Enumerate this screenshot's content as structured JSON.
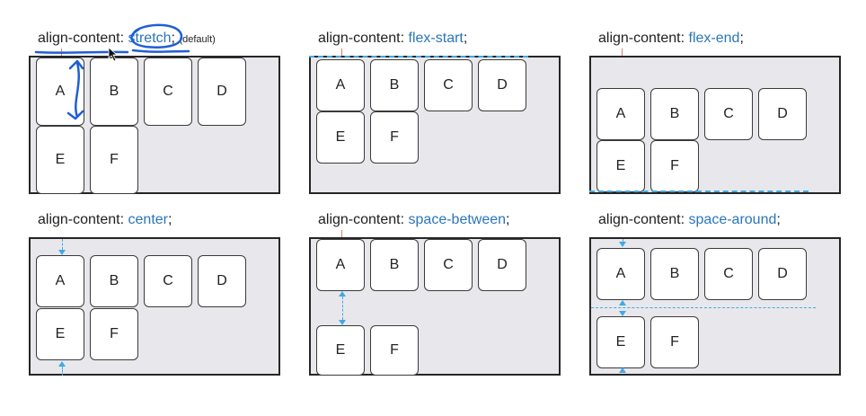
{
  "panels": [
    {
      "prop": "align-content:",
      "value": "stretch",
      "suffix": ";",
      "note": "(default)"
    },
    {
      "prop": "align-content:",
      "value": "flex-start",
      "suffix": ";"
    },
    {
      "prop": "align-content:",
      "value": "flex-end",
      "suffix": ";"
    },
    {
      "prop": "align-content:",
      "value": "center",
      "suffix": ";"
    },
    {
      "prop": "align-content:",
      "value": "space-between",
      "suffix": ";"
    },
    {
      "prop": "align-content:",
      "value": "space-around",
      "suffix": ";"
    }
  ],
  "items": [
    "A",
    "B",
    "C",
    "D",
    "E",
    "F"
  ],
  "colors": {
    "keyword": "#2a75bb",
    "guide": "#41a9e6",
    "ink": "#1e5fd6",
    "container": "#e8e8ec"
  },
  "icons": [
    "cursor-arrow-icon",
    "double-arrow-icon",
    "ink-circle-icon",
    "ink-underline-icon"
  ]
}
